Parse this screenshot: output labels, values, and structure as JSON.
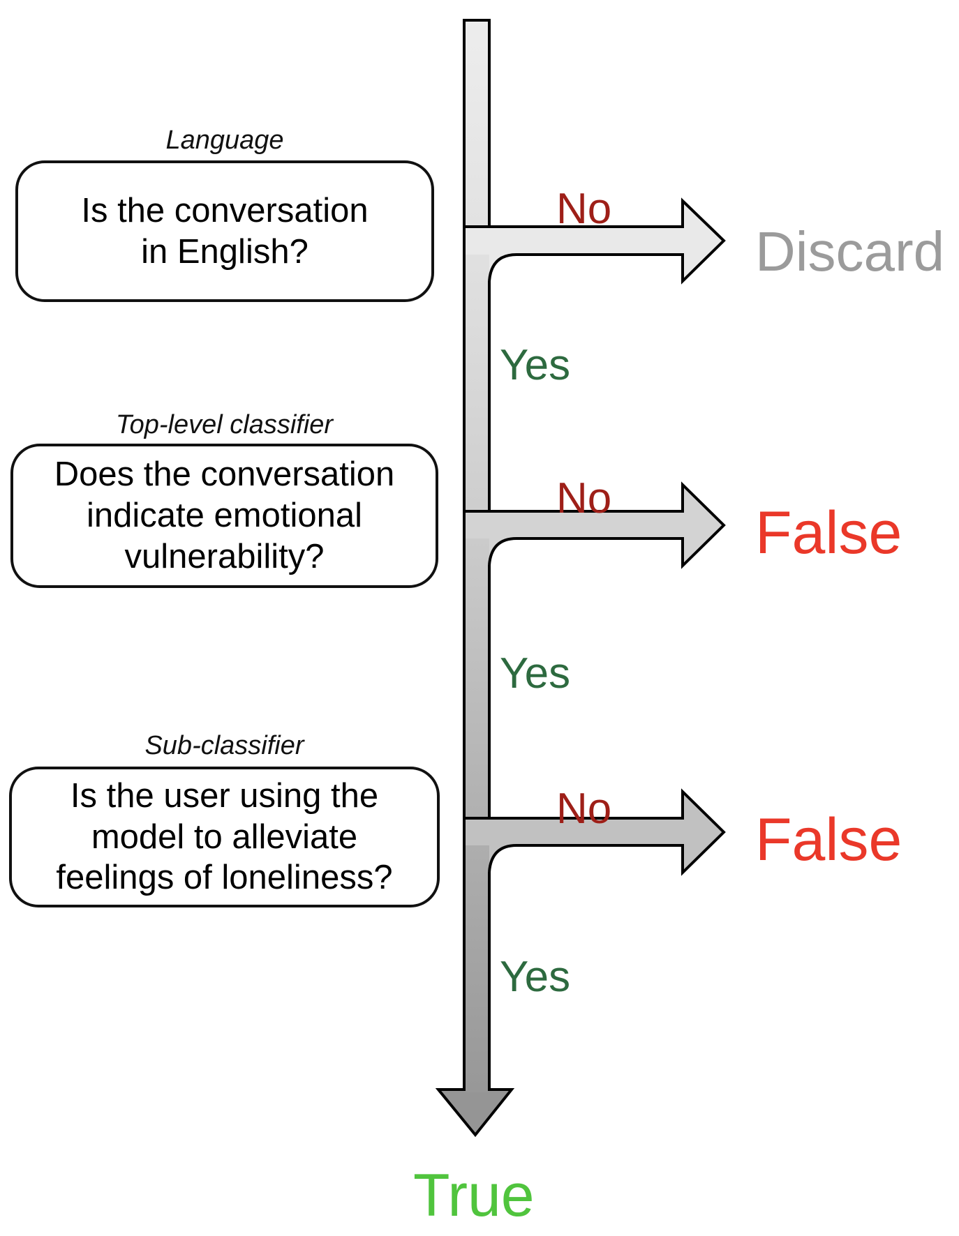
{
  "flowchart": {
    "stages": [
      {
        "label": "Language",
        "question": "Is the conversation\nin English?",
        "no_label": "No",
        "no_outcome": "Discard",
        "yes_label": "Yes"
      },
      {
        "label": "Top-level classifier",
        "question": "Does the conversation\nindicate emotional\nvulnerability?",
        "no_label": "No",
        "no_outcome": "False",
        "yes_label": "Yes"
      },
      {
        "label": "Sub-classifier",
        "question": "Is the user using the\nmodel to alleviate\nfeelings of loneliness?",
        "no_label": "No",
        "no_outcome": "False",
        "yes_label": "Yes"
      }
    ],
    "final_outcome": "True",
    "colors": {
      "no_text": "#9e1f18",
      "yes_text": "#2d6a3f",
      "discard_text": "#9b9b9b",
      "false_text": "#ea3829",
      "true_text": "#50c43d",
      "arrow_light": "#e9e9e9",
      "arrow_dark": "#949494",
      "outline": "#000000"
    }
  }
}
